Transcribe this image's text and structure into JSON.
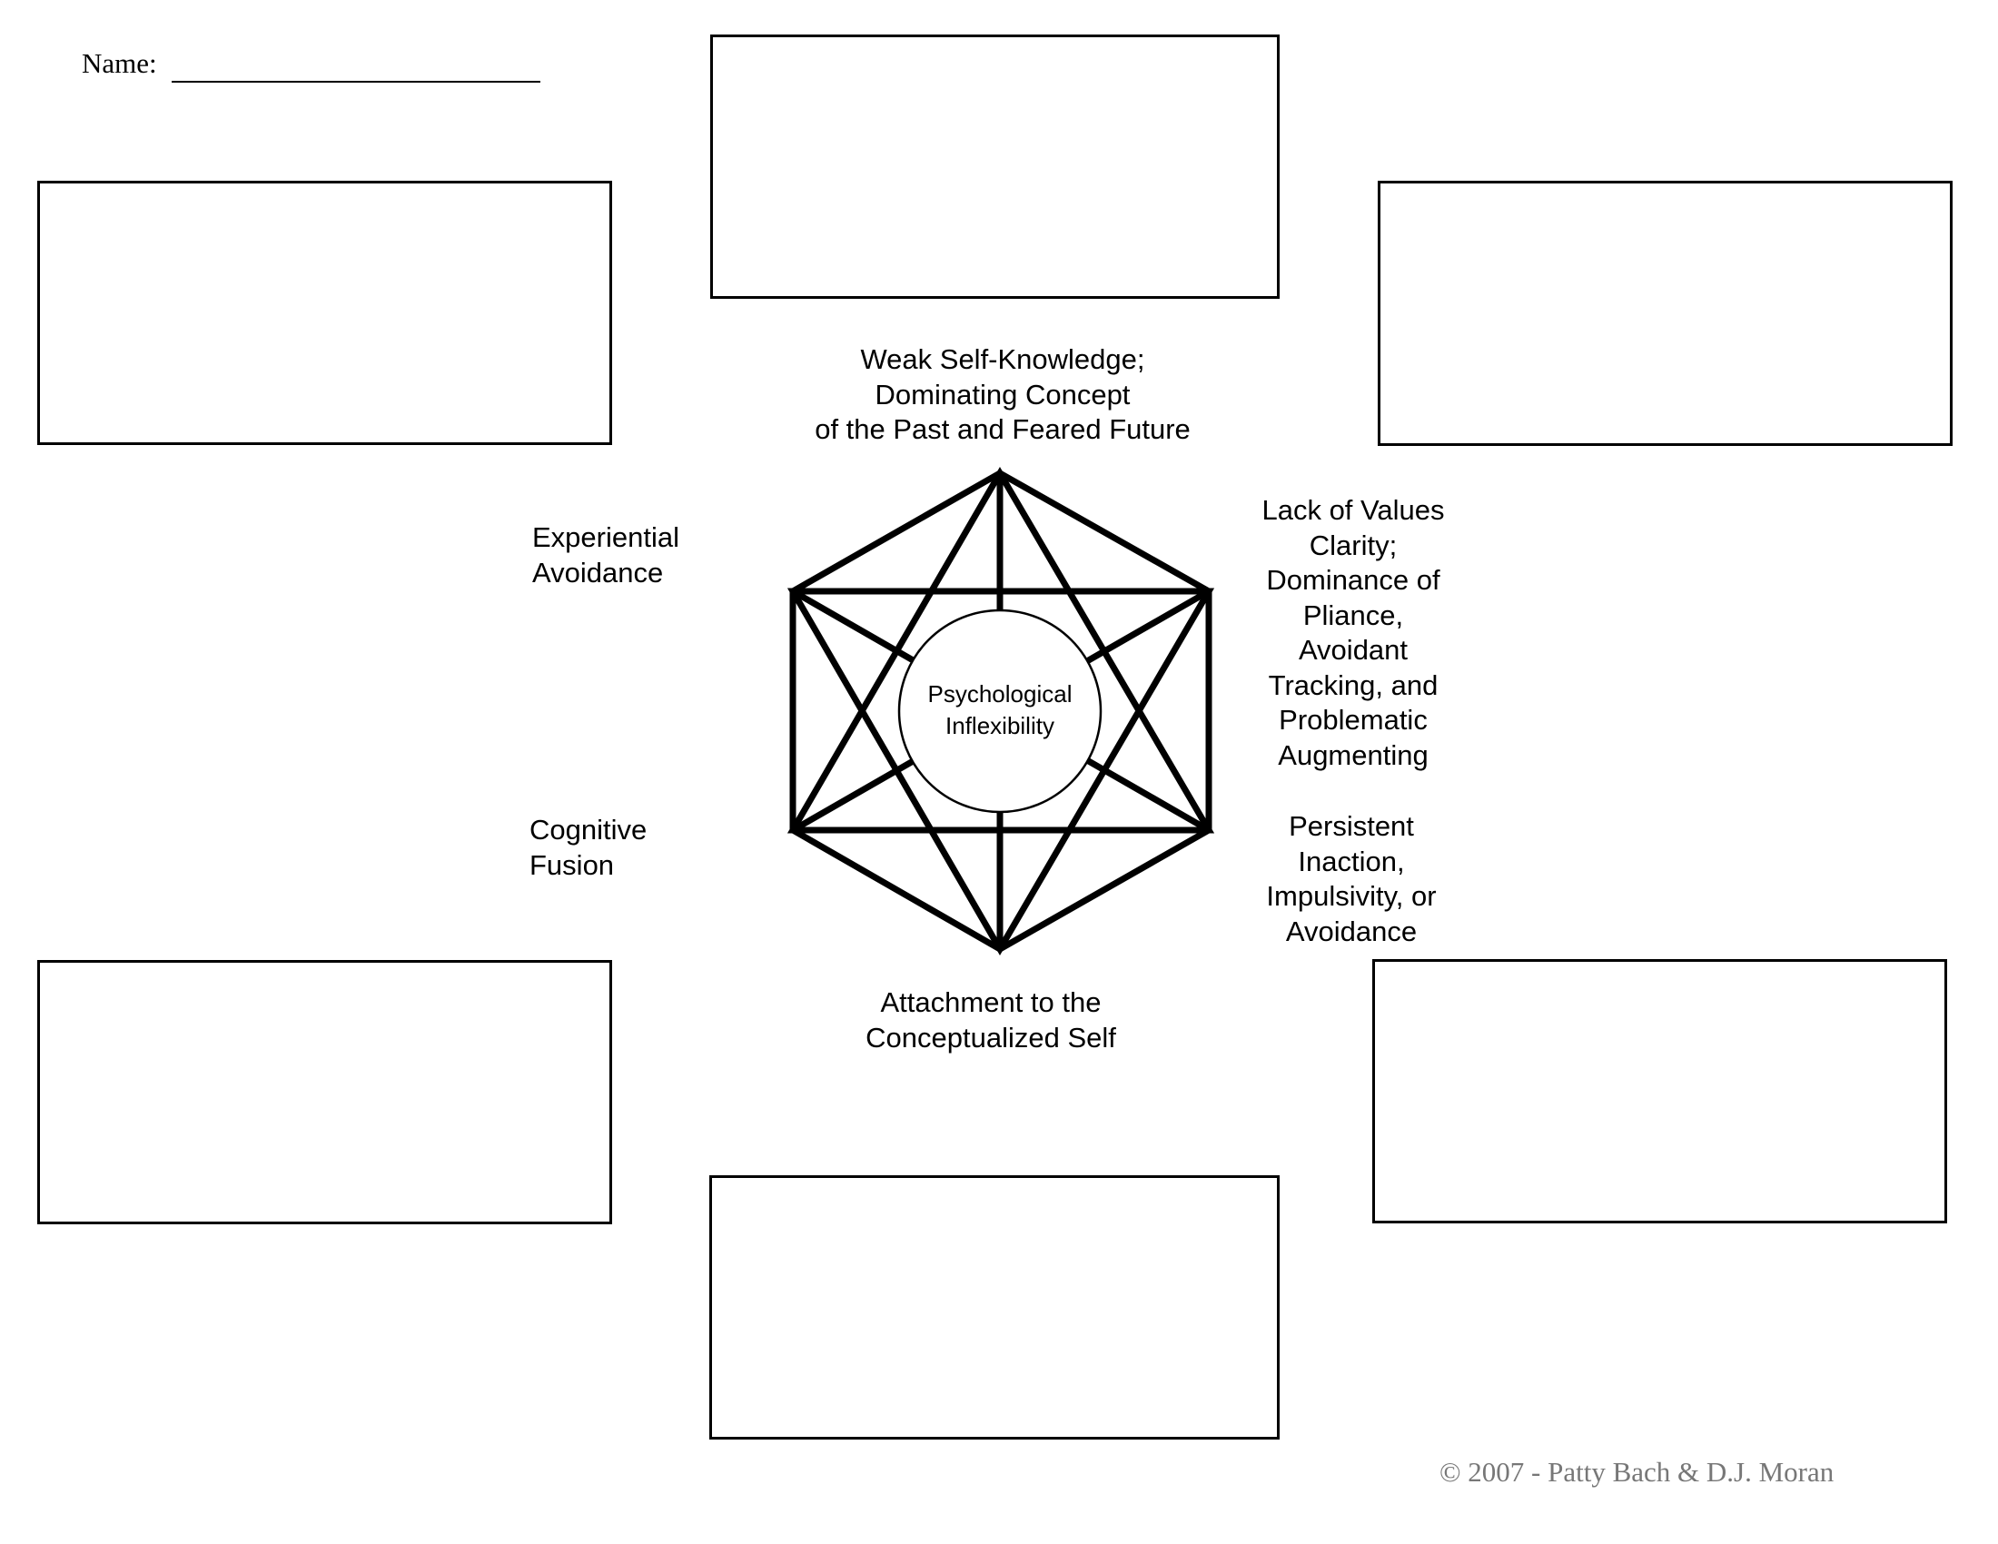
{
  "header": {
    "name_label": "Name:"
  },
  "center": {
    "line1": "Psychological",
    "line2": "Inflexibility"
  },
  "labels": {
    "top": [
      "Weak Self-Knowledge;",
      "Dominating Concept",
      "of the Past and Feared Future"
    ],
    "upper_left": [
      "Experiential",
      "Avoidance"
    ],
    "lower_left": [
      "Cognitive",
      "Fusion"
    ],
    "upper_right": [
      "Lack of Values",
      "Clarity;",
      "Dominance of",
      "Pliance,",
      "Avoidant",
      "Tracking, and",
      "Problematic",
      "Augmenting"
    ],
    "lower_right": [
      "Persistent",
      "Inaction,",
      "Impulsivity, or",
      "Avoidance"
    ],
    "bottom": [
      "Attachment to the",
      "Conceptualized Self"
    ]
  },
  "footer": {
    "copyright": "© 2007 - Patty Bach & D.J. Moran"
  }
}
